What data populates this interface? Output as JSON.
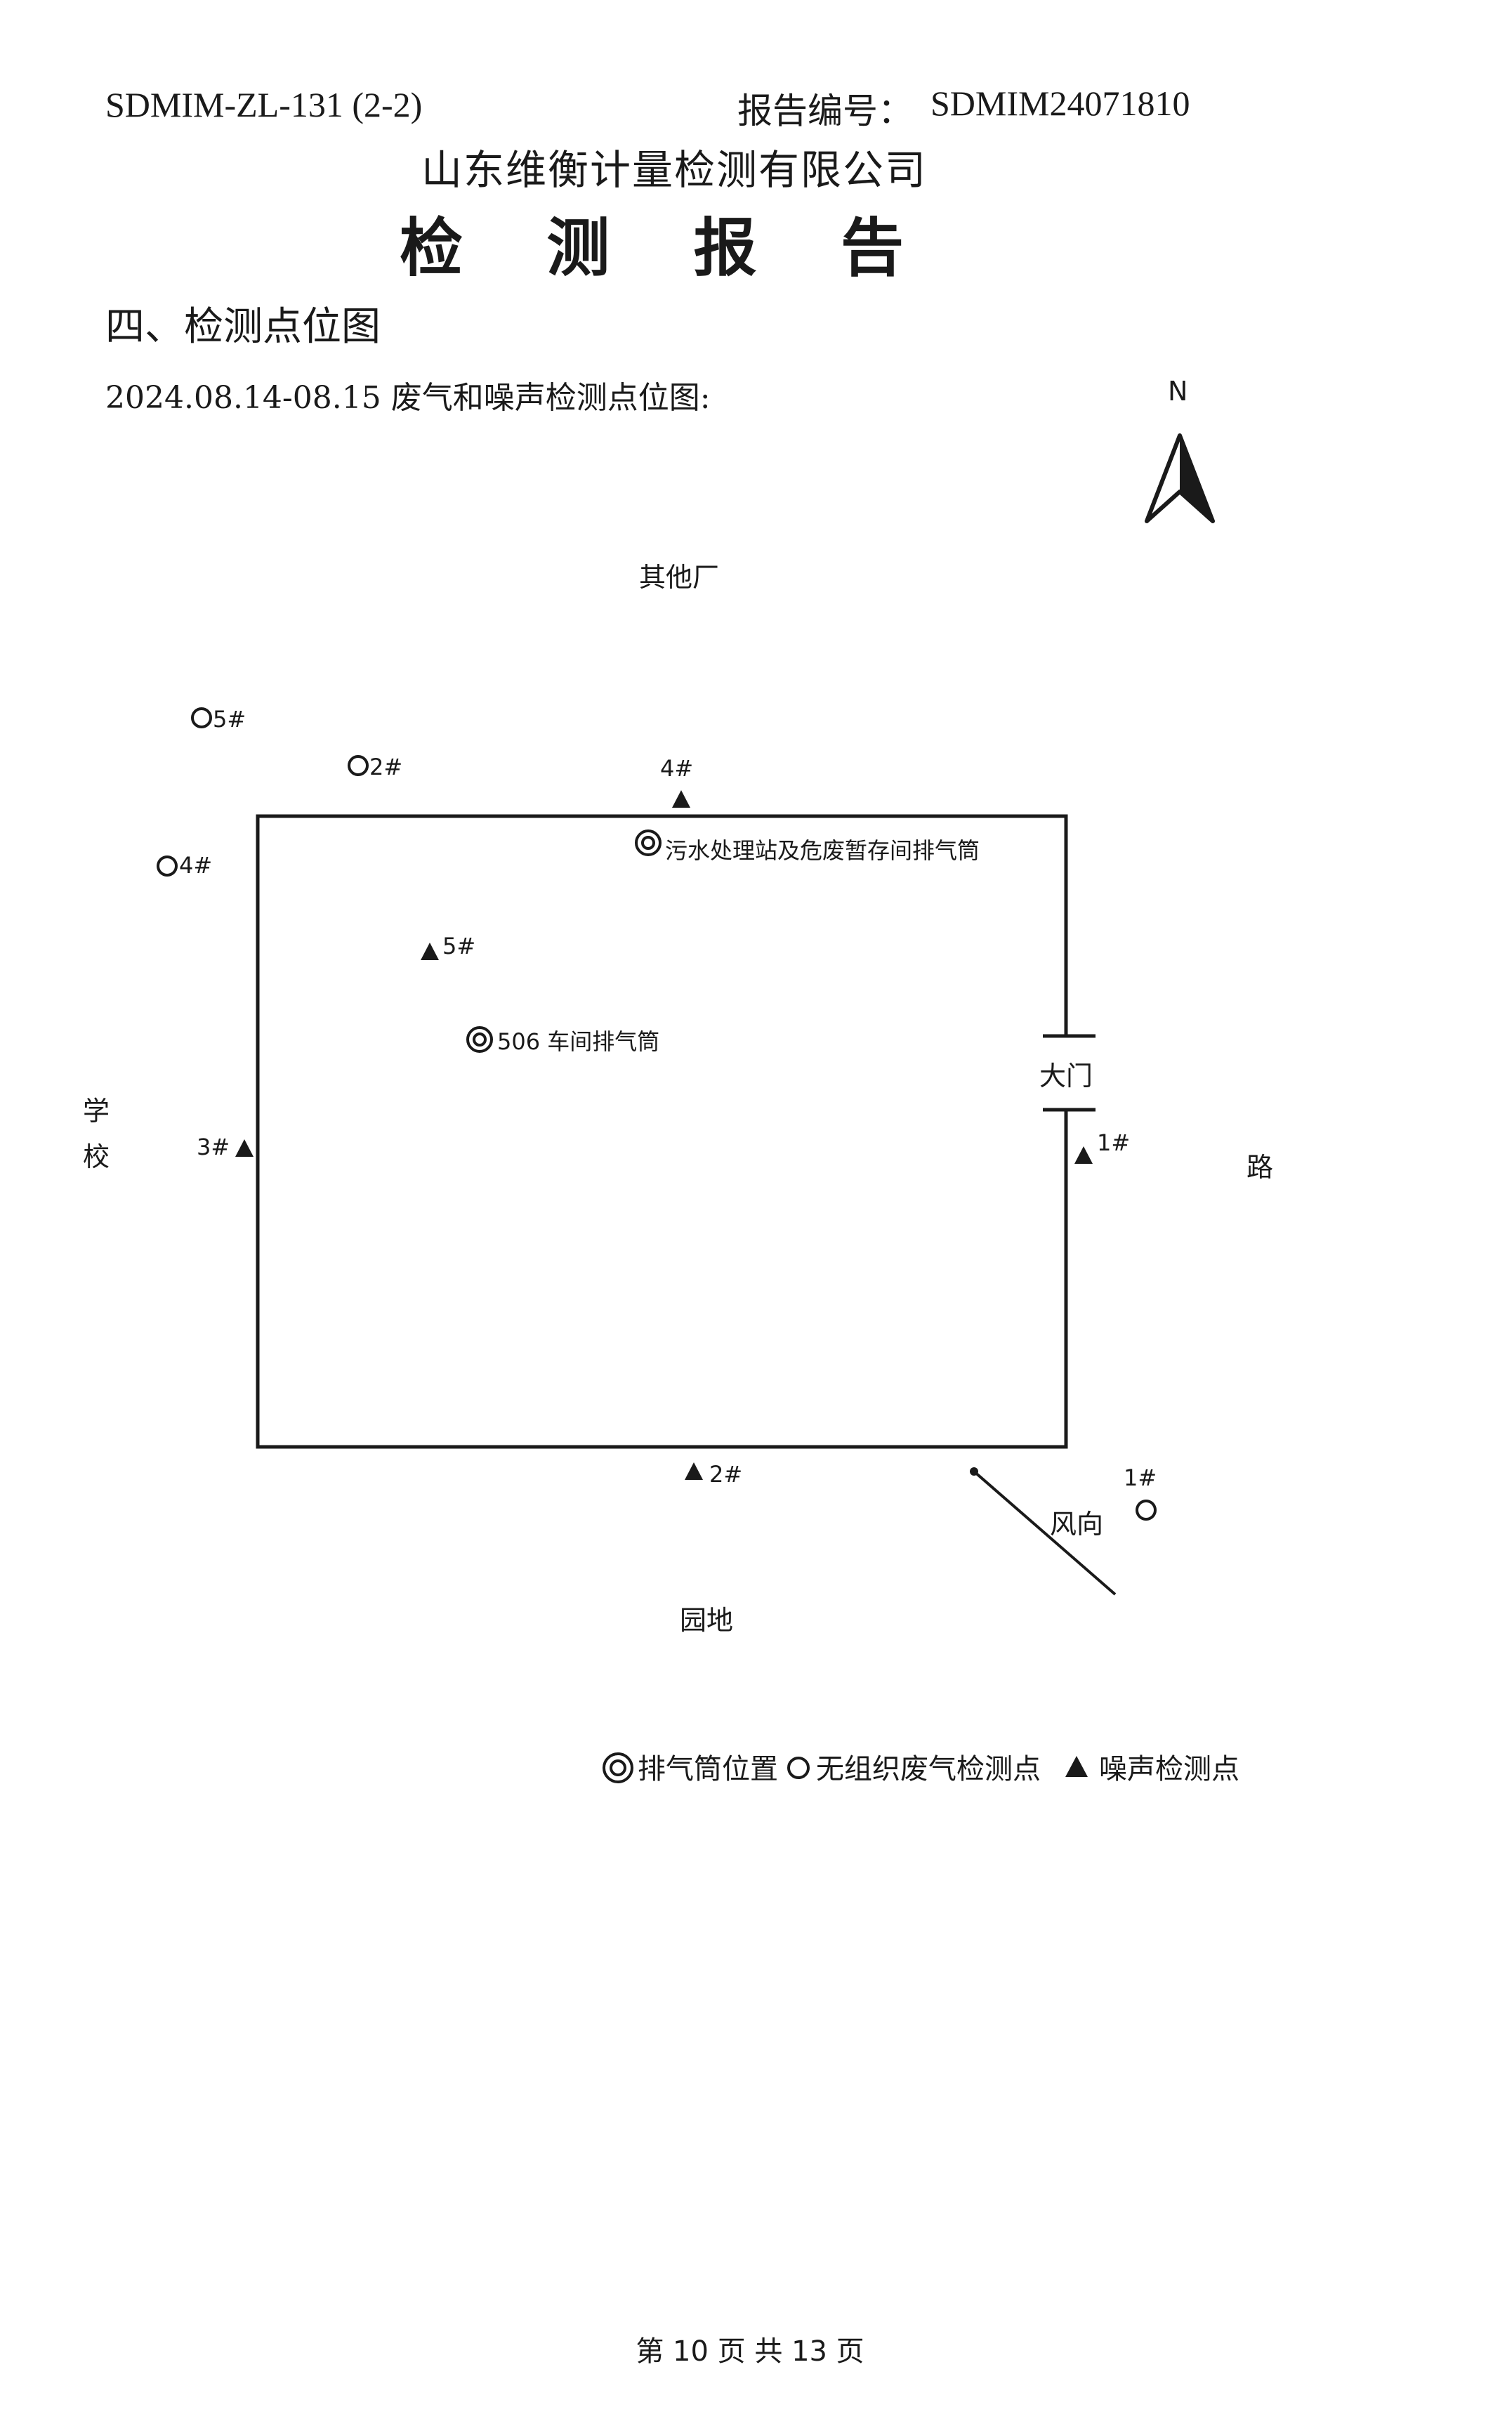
{
  "header": {
    "form_code": "SDMIM-ZL-131 (2-2)",
    "report_no_label": "报告编号：",
    "report_no": "SDMIM24071810",
    "company": "山东维衡计量检测有限公司",
    "title": "检 测 报 告"
  },
  "section": {
    "heading": "四、检测点位图",
    "subtitle": "2024.08.14-08.15 废气和噪声检测点位图:"
  },
  "map": {
    "north_label": "N",
    "surround": {
      "north": "其他厂",
      "west_line1": "学",
      "west_line2": "校",
      "east": "路",
      "south": "园地"
    },
    "gate_label": "大门",
    "wind_label": "风向",
    "exhaust_sources": [
      {
        "label": "污水处理站及危废暂存间排气筒"
      },
      {
        "label": "506 车间排气筒"
      }
    ],
    "unorganized_points": [
      {
        "label": "5#"
      },
      {
        "label": "2#"
      },
      {
        "label": "4#"
      },
      {
        "label": "1#"
      }
    ],
    "noise_points": [
      {
        "label": "4#"
      },
      {
        "label": "5#"
      },
      {
        "label": "3#"
      },
      {
        "label": "1#"
      },
      {
        "label": "2#"
      }
    ]
  },
  "legend": {
    "exhaust": "排气筒位置",
    "unorganized": "无组织废气检测点",
    "noise": "噪声检测点"
  },
  "footer": {
    "page": "第 10 页 共 13 页"
  }
}
